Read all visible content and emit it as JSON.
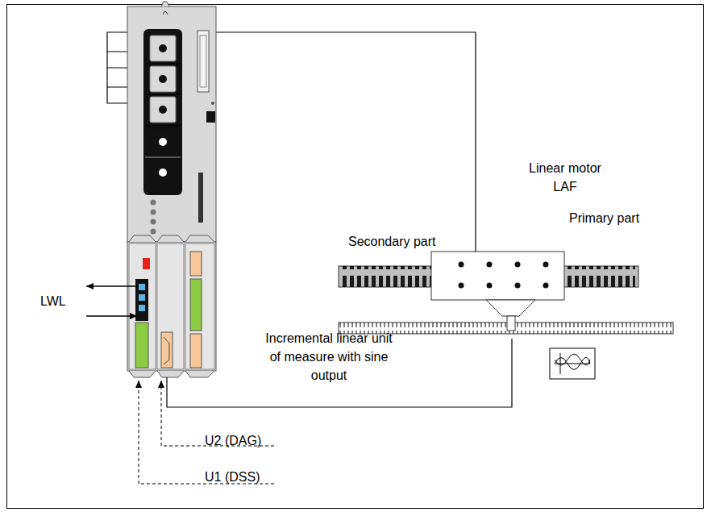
{
  "diagram": {
    "labels": [
      "Linear motor LAF",
      "Primary part",
      "Secondary part",
      "Incremental linear unit of measure with sine output",
      "LWL",
      "U2 (DAG)",
      "U1 (DSS)"
    ]
  }
}
